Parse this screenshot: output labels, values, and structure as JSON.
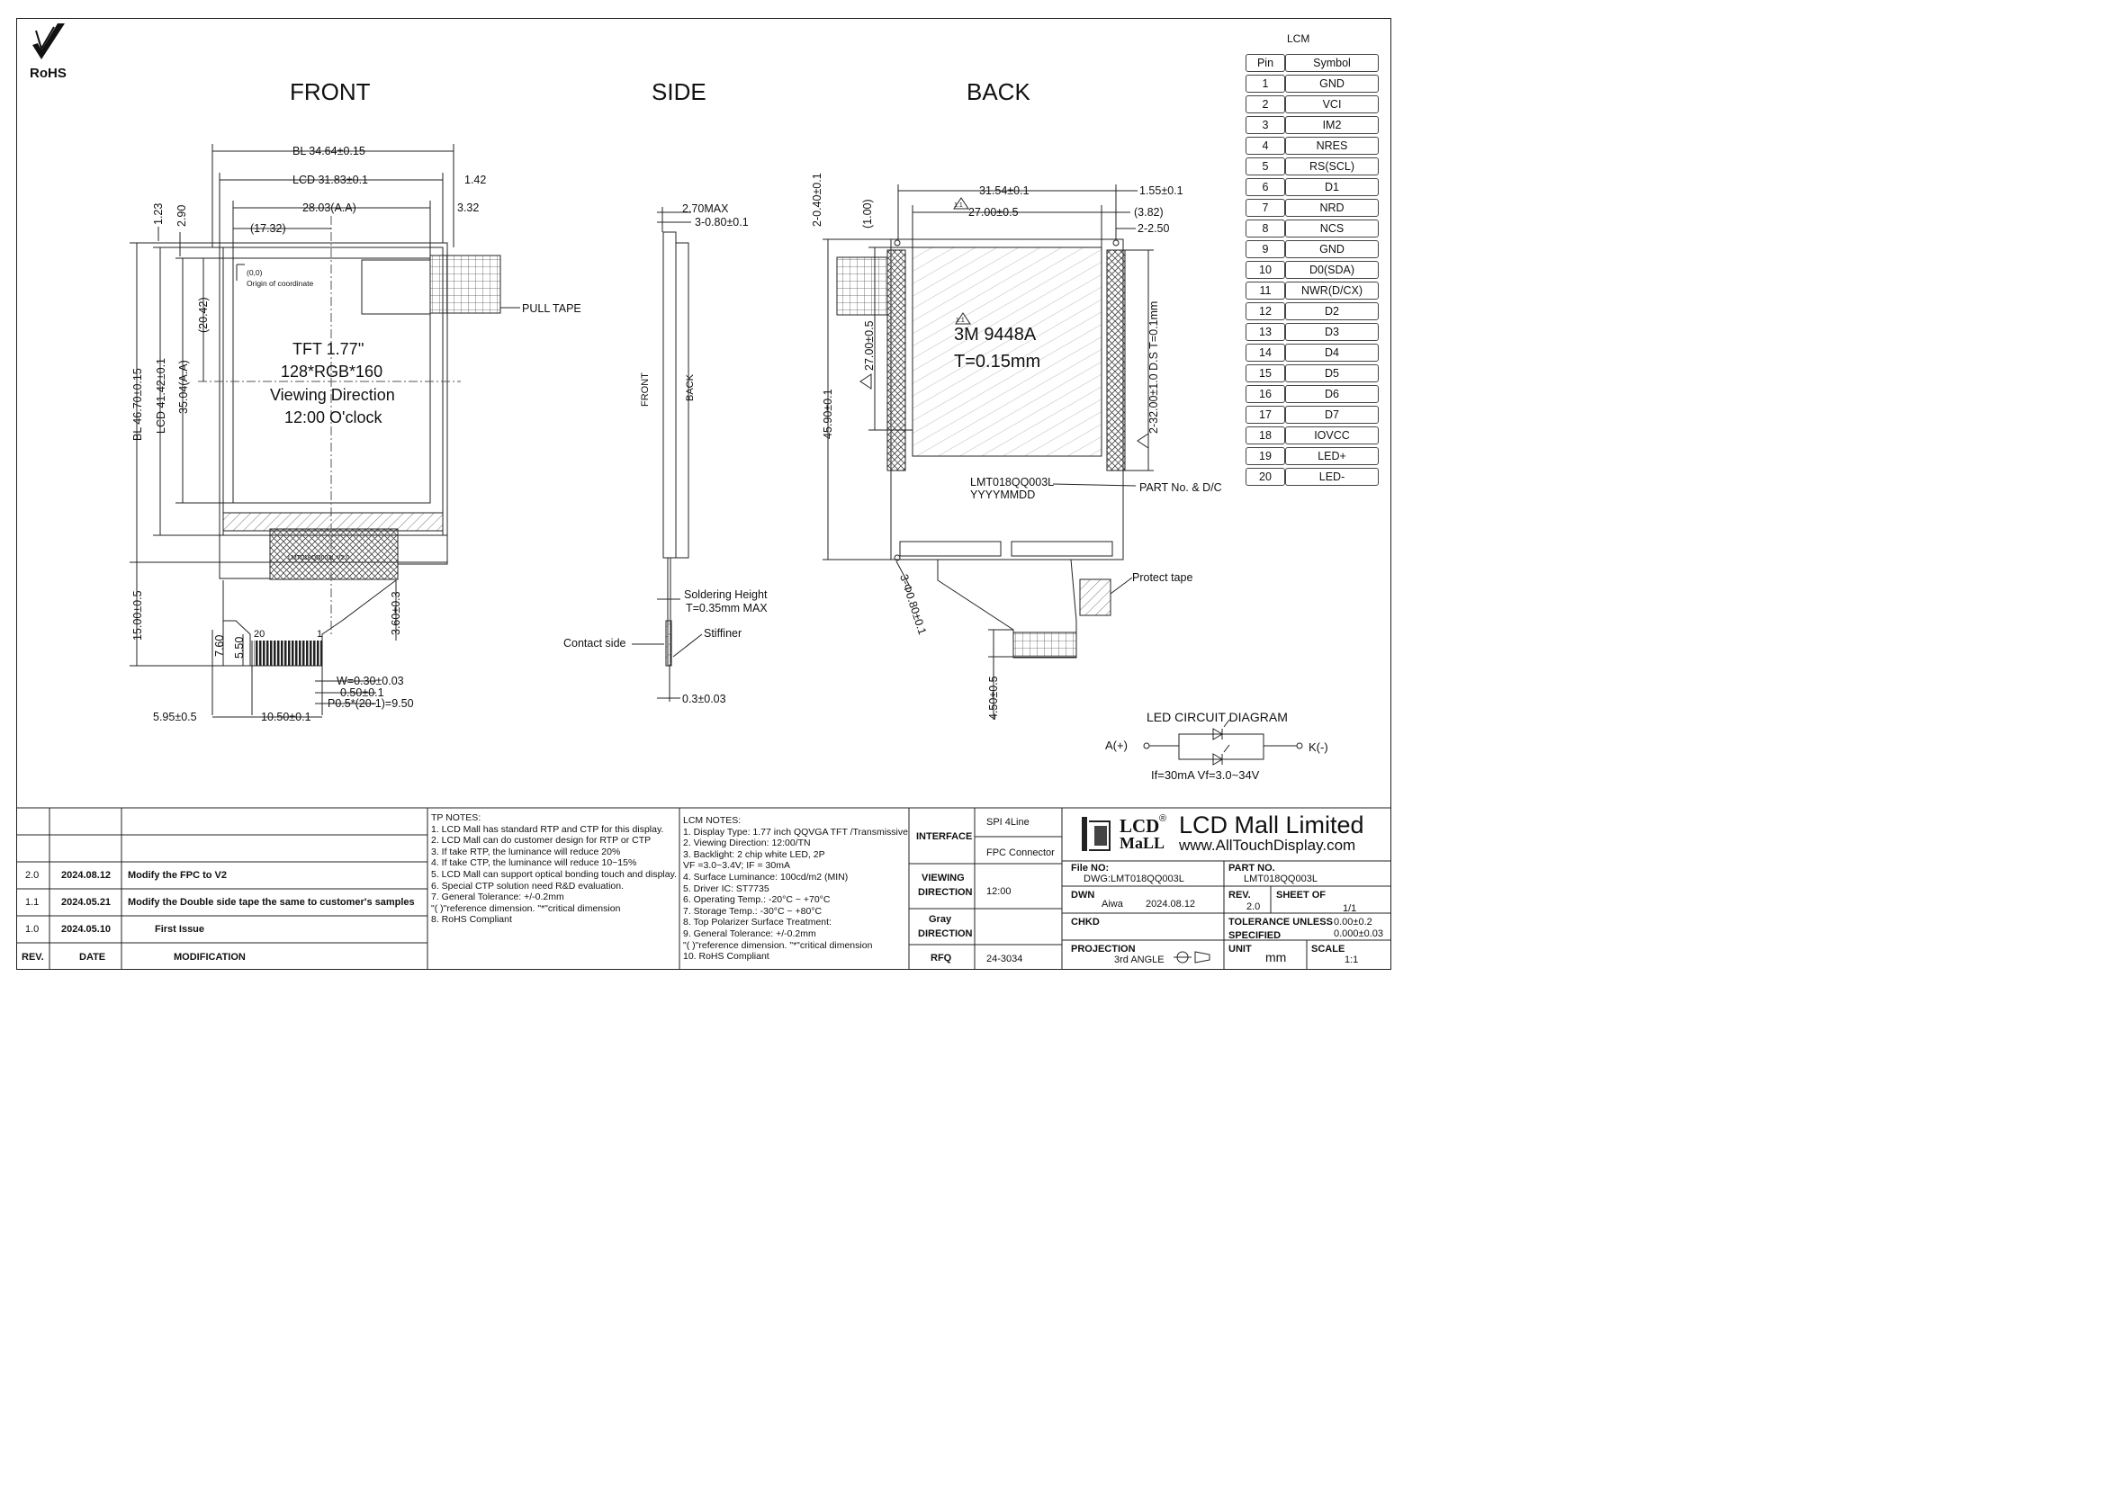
{
  "logo": {
    "rohs": "RoHS"
  },
  "views": {
    "front": "FRONT",
    "side": "SIDE",
    "back": "BACK"
  },
  "front": {
    "bl_width": "BL 34.64±0.15",
    "lcd_width": "LCD 31.83±0.1",
    "dim_142": "1.42",
    "aa_width": "28.03(A.A)",
    "dim_332": "3.32",
    "dim_1732": "(17.32)",
    "dim_123": "1.23",
    "dim_290": "2.90",
    "origin_1": "(0,0)",
    "origin_2": "Origin of coordinate",
    "dim_2042": "(20.42)",
    "bl_height": "BL 46.70±0.15",
    "lcd_height": "LCD 41.42±0.1",
    "aa_height": "35.04(A.A)",
    "panel_line1": "TFT  1.77''",
    "panel_line2": "128*RGB*160",
    "panel_line3": "Viewing Direction",
    "panel_line4": "12:00 O'clock",
    "pull_tape": "PULL TAPE",
    "dim_1500": "15.00±0.5",
    "dim_760": "7.60",
    "dim_550": "5.50",
    "dim_360": "3.60±0.3",
    "pin_20": "20",
    "pin_1": "1",
    "w": "W=0.30±0.03",
    "pitch": "0.50±0.1",
    "p_total": "P0.5*(20-1)=9.50",
    "dim_595": "5.95±0.5",
    "dim_1050": "10.50±0.1",
    "fpc_text": "LMT018QQ003L V2.0"
  },
  "side": {
    "dim_270": "2.70MAX",
    "dim_3_080": "3-0.80±0.1",
    "front_lbl": "FRONT",
    "back_lbl": "BACK",
    "solder_1": "Soldering Height",
    "solder_2": "T=0.35mm MAX",
    "stiffiner": "Stiffiner",
    "contact": "Contact side",
    "dim_03": "0.3±0.03"
  },
  "back": {
    "dim_2_040": "2-0.40±0.1",
    "dim_100": "(1.00)",
    "dim_3154": "31.54±0.1",
    "dim_155": "1.55±0.1",
    "dim_2700w": "27.00±0.5",
    "dim_382": "(3.82)",
    "dim_2_250": "2-2.50",
    "dim_2700h": "27.00±0.5",
    "dim_4590": "45.90±0.1",
    "tape_1": "3M 9448A",
    "tape_2": "T=0.15mm",
    "dim_ds": "2-32.00±1.0 D.S T=0.1mm",
    "tri_11": "1.1",
    "part_no": "LMT018QQ003L",
    "date_code": "YYYYMMDD",
    "part_label": "PART No. & D/C",
    "dim_3_080": "3-Φ0.80±0.1",
    "protect": "Protect tape",
    "dim_450": "4.50±0.5"
  },
  "led": {
    "title": "LED CIRCUIT DIAGRAM",
    "anode": "A(+)",
    "cathode": "K(-)",
    "spec": "If=30mA  Vf=3.0~34V"
  },
  "pin_table": {
    "title": "LCM",
    "header": [
      "Pin",
      "Symbol"
    ],
    "rows": [
      [
        "1",
        "GND"
      ],
      [
        "2",
        "VCI"
      ],
      [
        "3",
        "IM2"
      ],
      [
        "4",
        "NRES"
      ],
      [
        "5",
        "RS(SCL)"
      ],
      [
        "6",
        "D1"
      ],
      [
        "7",
        "NRD"
      ],
      [
        "8",
        "NCS"
      ],
      [
        "9",
        "GND"
      ],
      [
        "10",
        "D0(SDA)"
      ],
      [
        "11",
        "NWR(D/CX)"
      ],
      [
        "12",
        "D2"
      ],
      [
        "13",
        "D3"
      ],
      [
        "14",
        "D4"
      ],
      [
        "15",
        "D5"
      ],
      [
        "16",
        "D6"
      ],
      [
        "17",
        "D7"
      ],
      [
        "18",
        "IOVCC"
      ],
      [
        "19",
        "LED+"
      ],
      [
        "20",
        "LED-"
      ]
    ]
  },
  "revisions": {
    "header": {
      "rev": "REV.",
      "date": "DATE",
      "mod": "MODIFICATION"
    },
    "rows": [
      {
        "rev": "2.0",
        "date": "2024.08.12",
        "mod": "Modify the FPC to V2"
      },
      {
        "rev": "1.1",
        "date": "2024.05.21",
        "mod": "Modify the Double side tape the same to customer's samples"
      },
      {
        "rev": "1.0",
        "date": "2024.05.10",
        "mod": "First Issue"
      }
    ]
  },
  "tp_notes": [
    "TP NOTES:",
    "1. LCD Mall has standard RTP and CTP for this display.",
    "2. LCD Mall can do customer design for RTP or CTP",
    "3. If take RTP, the luminance will reduce 20%",
    "4. If take CTP, the luminance will reduce 10~15%",
    "5. LCD Mall can support optical bonding touch and display.",
    "6. Special CTP solution need R&D evaluation.",
    "7. General Tolerance: +/-0.2mm",
    "  \"( )\"reference dimension. \"*\"critical dimension",
    "8. RoHS Compliant"
  ],
  "lcm_notes": [
    "LCM NOTES:",
    "1. Display Type: 1.77 inch QQVGA TFT /Transmissive",
    "2. Viewing Direction: 12:00/TN",
    "3. Backlight: 2 chip white LED, 2P",
    "          VF =3.0~3.4V; IF = 30mA",
    "4. Surface Luminance: 100cd/m2 (MIN)",
    "5. Driver IC: ST7735",
    "6. Operating Temp.: -20°C ~ +70°C",
    "7. Storage Temp.: -30°C ~ +80°C",
    "8. Top Polarizer Surface Treatment:",
    "9. General Tolerance: +/-0.2mm",
    "    \"( )\"reference dimension. \"*\"critical dimension",
    "10. RoHS Compliant"
  ],
  "title_block": {
    "interface_lbl": "INTERFACE",
    "interface_1": "SPI 4Line",
    "interface_2": "FPC Connector",
    "viewing_lbl_1": "VIEWING",
    "viewing_lbl_2": "DIRECTION",
    "viewing_val": "12:00",
    "gray_lbl_1": "Gray",
    "gray_lbl_2": "DIRECTION",
    "rfq_lbl": "RFQ",
    "rfq_val": "24-3034",
    "company": "LCD Mall Limited",
    "website": "www.AllTouchDisplay.com",
    "logo_1": "LCD",
    "logo_2": "MaLL",
    "reg": "®",
    "file_no_lbl": "File NO:",
    "file_no_val": "DWG:LMT018QQ003L",
    "part_no_lbl": "PART NO.",
    "part_no_val": "LMT018QQ003L",
    "dwn_lbl": "DWN",
    "dwn_name": "Aiwa",
    "dwn_date": "2024.08.12",
    "rev_lbl": "REV.",
    "rev_val": "2.0",
    "sheet_lbl": "SHEET OF",
    "sheet_val": "1/1",
    "chkd_lbl": "CHKD",
    "tol_lbl_1": "TOLERANCE UNLESS",
    "tol_lbl_2": "SPECIFIED",
    "tol_val_1": "0.00±0.2",
    "tol_val_2": "0.000±0.03",
    "proj_lbl": "PROJECTION",
    "proj_val": "3rd ANGLE",
    "unit_lbl": "UNIT",
    "unit_val": "mm",
    "scale_lbl": "SCALE",
    "scale_val": "1:1"
  }
}
